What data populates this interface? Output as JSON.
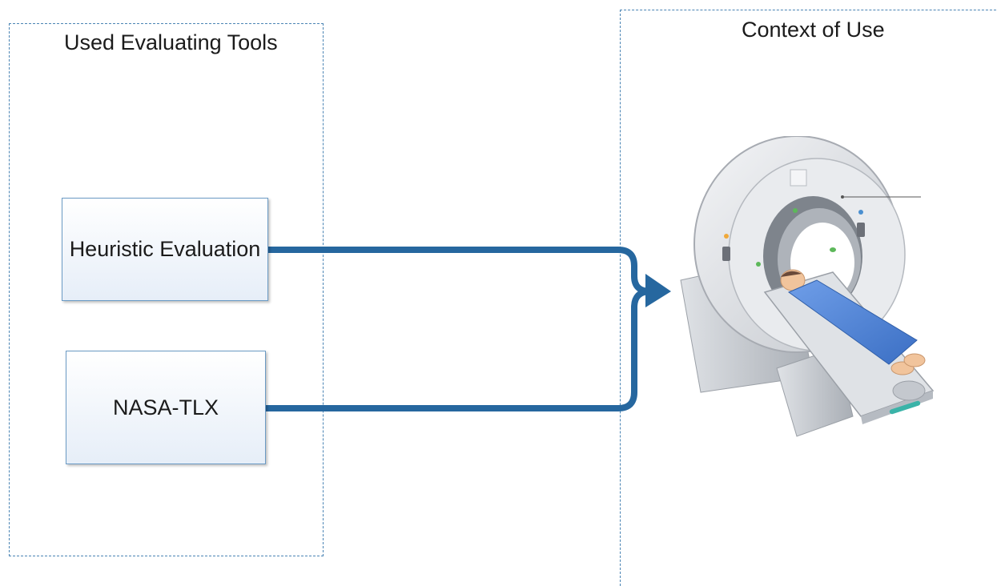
{
  "panels": {
    "tools_title": "Used Evaluating Tools",
    "context_title": "Context of Use"
  },
  "tools": [
    {
      "label": "Heuristic Evaluation"
    },
    {
      "label": "NASA-TLX"
    }
  ],
  "colors": {
    "arrow": "#26679f",
    "panel_border": "#4a84b4",
    "box_border": "#6a9ac4"
  },
  "illustration": {
    "icon": "ct-scanner-icon"
  }
}
